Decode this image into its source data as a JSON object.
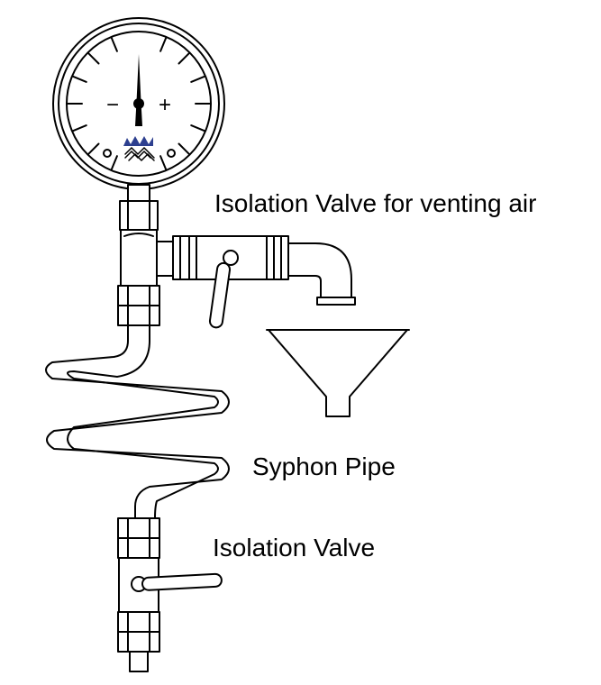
{
  "labels": {
    "vent_valve": "Isolation Valve for venting air",
    "syphon": "Syphon Pipe",
    "isolation_valve": "Isolation Valve"
  },
  "gauge": {
    "minus_symbol": "−",
    "plus_symbol": "+",
    "logo": "MW"
  },
  "colors": {
    "ink": "#000000",
    "logo_blue": "#2d3f8f"
  }
}
